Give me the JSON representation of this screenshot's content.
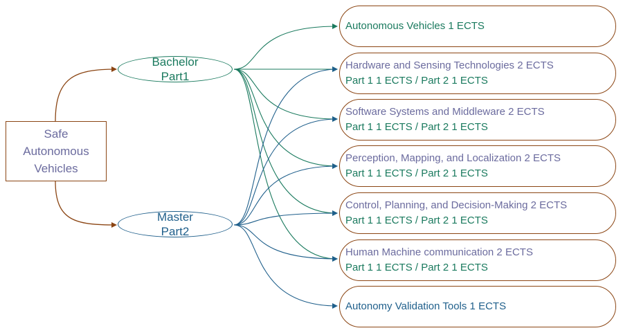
{
  "root": {
    "lines": [
      "Safe",
      "Autonomous",
      "Vehicles"
    ]
  },
  "bachelor": {
    "lines": [
      "Bachelor",
      "Part1"
    ]
  },
  "master": {
    "lines": [
      "Master",
      "Part2"
    ]
  },
  "courses": [
    {
      "title": "Autonomous Vehicles 1 ECTS",
      "detail": ""
    },
    {
      "title": "Hardware and Sensing Technologies 2 ECTS",
      "detail": "Part 1 1 ECTS / Part 2 1 ECTS"
    },
    {
      "title": "Software Systems and Middleware 2 ECTS",
      "detail": "Part 1 1 ECTS / Part 2 1 ECTS"
    },
    {
      "title": "Perception, Mapping, and Localization 2 ECTS",
      "detail": "Part 1 1 ECTS / Part 2 1 ECTS"
    },
    {
      "title": "Control, Planning, and Decision-Making 2 ECTS",
      "detail": "Part 1 1 ECTS / Part 2 1 ECTS"
    },
    {
      "title": "Human Machine communication 2 ECTS",
      "detail": "Part 1 1 ECTS / Part 2 1 ECTS"
    },
    {
      "title": "Autonomy Validation Tools 1 ECTS",
      "detail": ""
    }
  ],
  "colors": {
    "root_border": "#8b4513",
    "root_to_level_arrow": "#8b4513",
    "bachelor": "#1a7a5e",
    "master": "#1f5f8b",
    "course_border": "#8b4513",
    "course_title": "#6b6b9e"
  }
}
